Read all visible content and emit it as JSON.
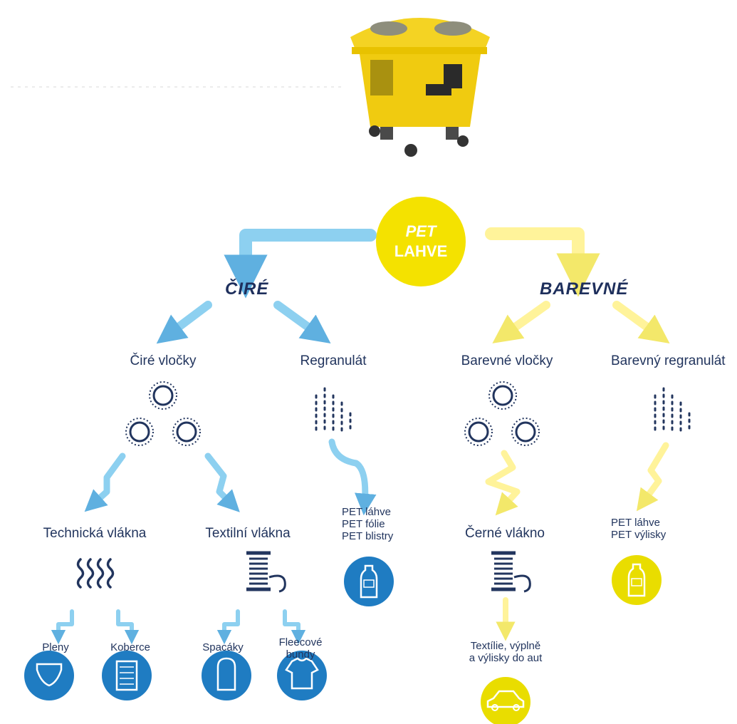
{
  "center": {
    "line1": "PET",
    "line2": "LAHVE"
  },
  "branches": {
    "clear": {
      "heading": "ČIRÉ",
      "color": "#7cc8ee",
      "accent": "#1f7cc2"
    },
    "colored": {
      "heading": "BAREVNÉ",
      "color": "#fff29a",
      "accent": "#e9dd00"
    }
  },
  "clear_flakes": {
    "label": "Čiré vločky",
    "technical": {
      "label": "Technická vlákna",
      "items": [
        {
          "label": "Pleny",
          "icon": "diaper-icon"
        },
        {
          "label": "Koberce",
          "icon": "carpet-icon"
        }
      ]
    },
    "textile": {
      "label": "Textilní vlákna",
      "items": [
        {
          "label": "Spacáky",
          "icon": "sleeping-bag-icon"
        },
        {
          "label": "Fleecové\nbundy",
          "icon": "jacket-icon"
        }
      ]
    }
  },
  "regranulate": {
    "label": "Regranulát",
    "products": "PET láhve\nPET fólie\nPET blistry",
    "icon": "bottle-icon"
  },
  "colored_flakes": {
    "label": "Barevné vločky",
    "black_fiber": "Černé vlákno",
    "products": "Textílie, výplně\na výlisky do aut",
    "icon": "car-icon"
  },
  "colored_regranulate": {
    "label": "Barevný regranulát",
    "products": "PET láhve\nPET výlisky",
    "icon": "bottle-icon"
  },
  "colors": {
    "text": "#22355e",
    "blue_light": "#8dd0f0",
    "blue_mid": "#5fb0e0",
    "blue_dark": "#1f7cc2",
    "yellow_light": "#fff39a",
    "yellow": "#f4e200",
    "navy": "#1e2f5c",
    "container": "#f0cb10"
  }
}
